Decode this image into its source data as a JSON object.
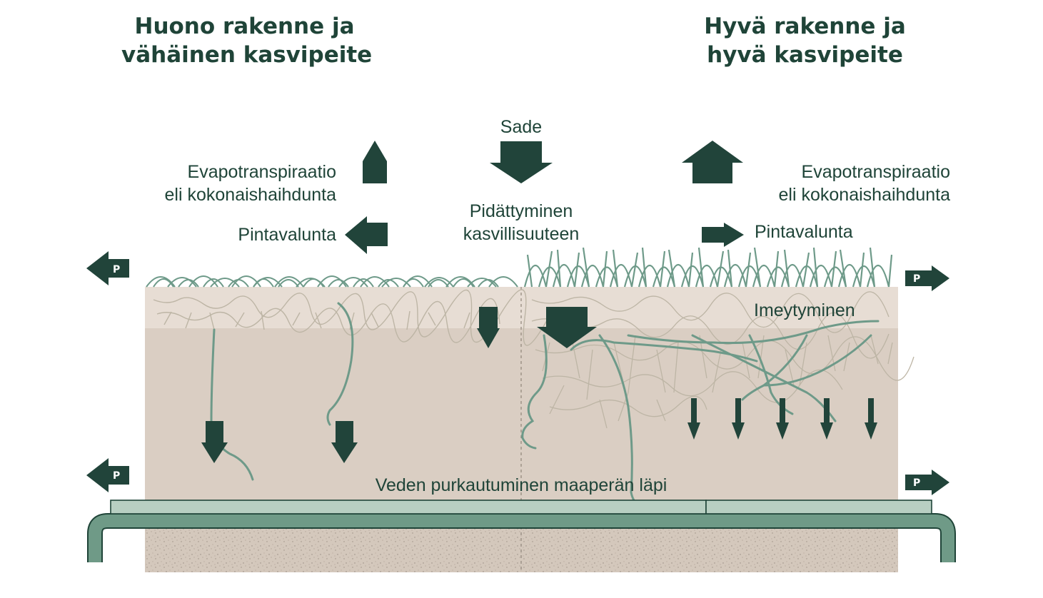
{
  "titles": {
    "left": [
      "Huono rakenne ja",
      "vähäinen kasvipeite"
    ],
    "right": [
      "Hyvä rakenne ja",
      "hyvä kasvipeite"
    ]
  },
  "labels": {
    "rain": "Sade",
    "evapo_left": [
      "Evapotranspiraatio",
      "eli kokonaishaihdunta"
    ],
    "evapo_right": [
      "Evapotranspiraatio",
      "eli kokonaishaihdunta"
    ],
    "runoff_left": "Pintavalunta",
    "runoff_right": "Pintavalunta",
    "retention": [
      "Pidättyminen",
      "kasvillisuuteen"
    ],
    "infiltration": "Imeytyminen",
    "discharge": "Veden purkautuminen maaperän läpi",
    "drain_marker": "P"
  },
  "colors": {
    "dark_green": "#21443a",
    "grass_green": "#6e9a89",
    "topsoil": "#e7ddd4",
    "soil": "#dacec3",
    "pipe": "#6f9a87",
    "pipe_light": "#b8cfc2"
  }
}
